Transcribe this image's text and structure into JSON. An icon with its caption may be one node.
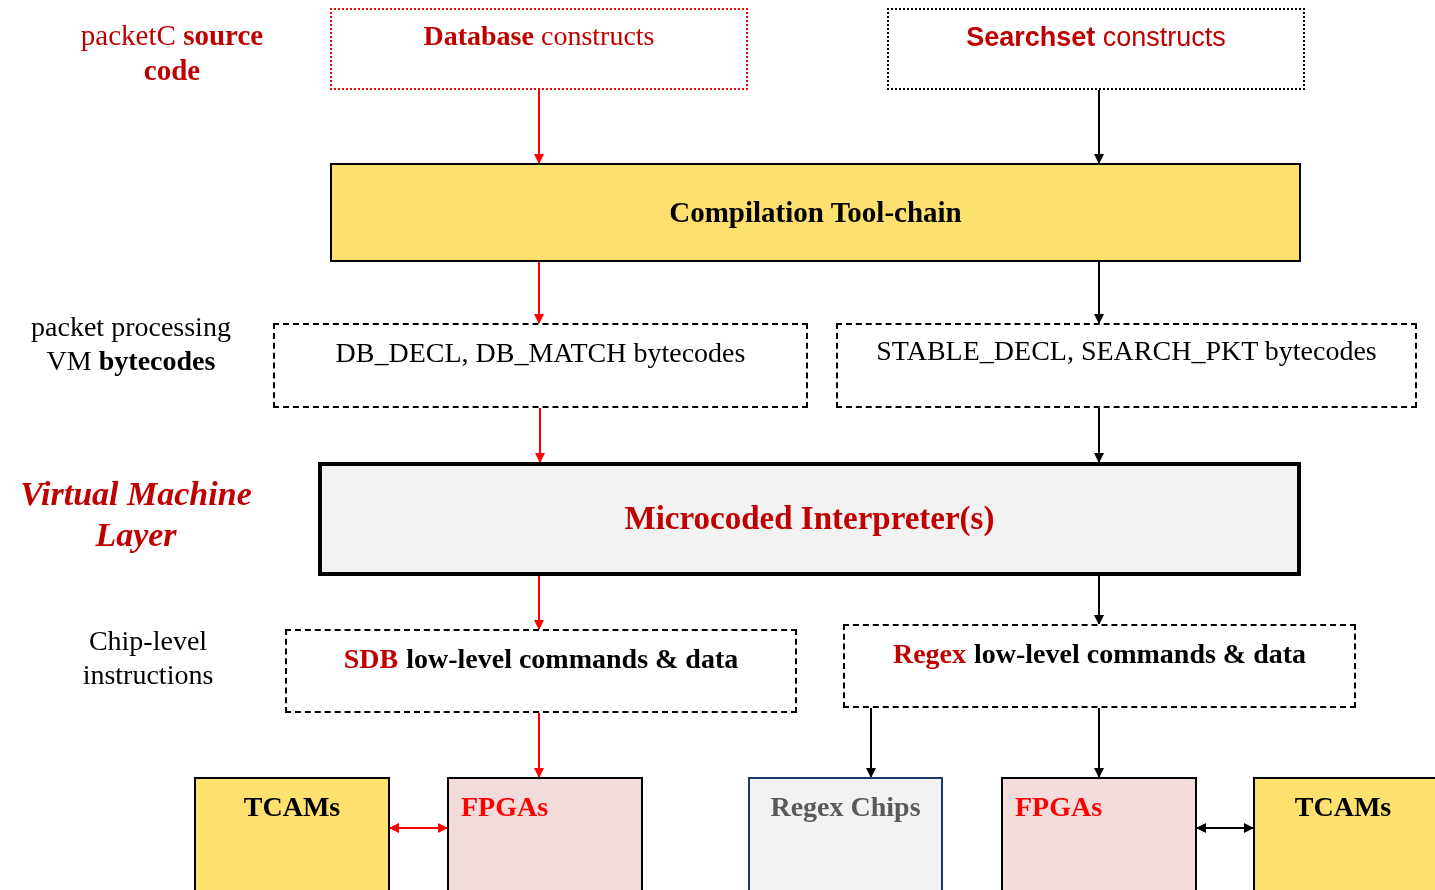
{
  "diagram": {
    "nodes": [
      {
        "text": [
          "**Database** constructs"
        ]
      },
      {
        "text": [
          "**Searchset** constructs"
        ]
      },
      {
        "text": [
          "Compilation Tool-chain"
        ]
      },
      {
        "text": [
          "DB_DECL, DB_MATCH bytecodes"
        ]
      },
      {
        "text": [
          "STABLE_DECL, SEARCH_PKT bytecodes"
        ]
      },
      {
        "text": [
          "Microcoded Interpreter(s)"
        ]
      },
      {
        "text": [
          "SDB",
          "low-level commands & data"
        ]
      },
      {
        "text": [
          "Regex",
          "low-level commands & data"
        ]
      },
      {
        "text": [
          "TCAMs"
        ]
      },
      {
        "text": [
          "FPGAs"
        ]
      },
      {
        "text": [
          "Regex Chips"
        ]
      },
      {
        "text": [
          "FPGAs"
        ]
      },
      {
        "text": [
          "TCAMs"
        ]
      }
    ],
    "edges": [
      {
        "from": 0,
        "to": 2,
        "arrow": "to",
        "color": "#ff0000"
      },
      {
        "from": 1,
        "to": 2,
        "arrow": "to"
      },
      {
        "from": 2,
        "to": 3,
        "arrow": "to",
        "color": "#ff0000"
      },
      {
        "from": 2,
        "to": 4,
        "arrow": "to"
      },
      {
        "from": 3,
        "to": 5,
        "arrow": "to",
        "color": "#ff0000"
      },
      {
        "from": 4,
        "to": 5,
        "arrow": "to"
      },
      {
        "from": 5,
        "to": 6,
        "arrow": "to",
        "color": "#ff0000"
      },
      {
        "from": 5,
        "to": 7,
        "arrow": "to"
      },
      {
        "from": 6,
        "to": 9,
        "arrow": "to",
        "color": "#ff0000"
      },
      {
        "from": 7,
        "to": 10,
        "arrow": "to"
      },
      {
        "from": 7,
        "to": 11,
        "arrow": "to"
      },
      {
        "from": 8,
        "to": 9,
        "arrow": "both",
        "color": "#ff0000"
      },
      {
        "from": 11,
        "to": 12,
        "arrow": "both"
      }
    ],
    "labels": [
      "packetC **source code**",
      "packet processing VM **bytecodes**",
      "Virtual Machine Layer",
      "Chip-level instructions"
    ]
  }
}
